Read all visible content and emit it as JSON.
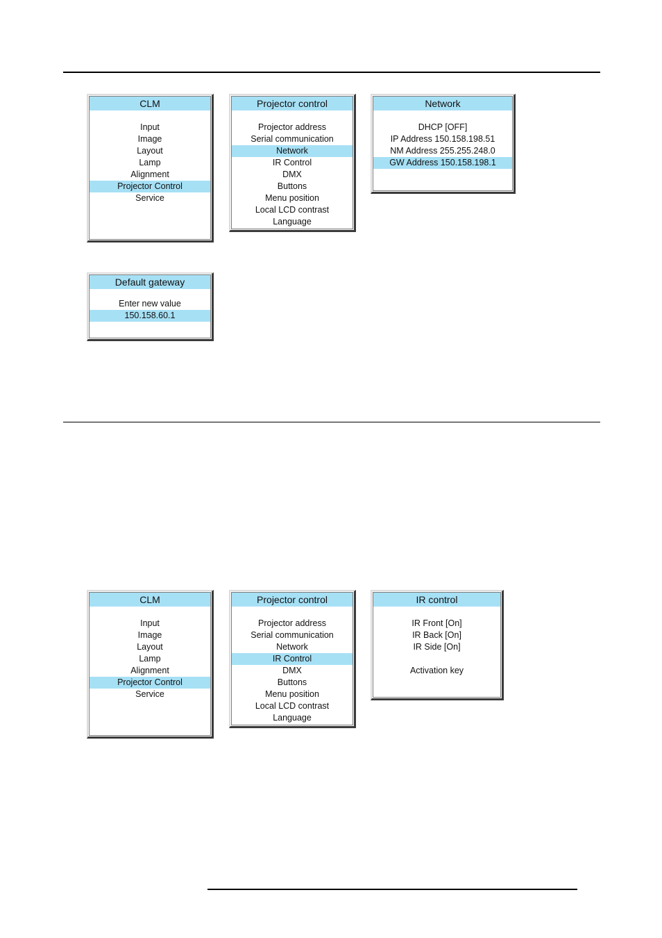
{
  "colors": {
    "highlight": "#a6e0f5",
    "rule": "#000000"
  },
  "section1": {
    "clm": {
      "title": "CLM",
      "items": [
        "Input",
        "Image",
        "Layout",
        "Lamp",
        "Alignment",
        "Projector Control",
        "Service"
      ],
      "selected": "Projector Control"
    },
    "projector_control": {
      "title": "Projector control",
      "items": [
        "Projector address",
        "Serial communication",
        "Network",
        "IR Control",
        "DMX",
        "Buttons",
        "Menu position",
        "Local LCD contrast",
        "Language"
      ],
      "selected": "Network"
    },
    "network": {
      "title": "Network",
      "items": [
        "DHCP [OFF]",
        "IP Address 150.158.198.51",
        "NM Address 255.255.248.0",
        "GW Address 150.158.198.1"
      ],
      "selected": "GW Address 150.158.198.1"
    },
    "default_gateway": {
      "title": "Default gateway",
      "prompt": "Enter new value",
      "value": "150.158.60.1"
    }
  },
  "section2": {
    "clm": {
      "title": "CLM",
      "items": [
        "Input",
        "Image",
        "Layout",
        "Lamp",
        "Alignment",
        "Projector Control",
        "Service"
      ],
      "selected": "Projector Control"
    },
    "projector_control": {
      "title": "Projector control",
      "items": [
        "Projector address",
        "Serial communication",
        "Network",
        "IR Control",
        "DMX",
        "Buttons",
        "Menu position",
        "Local LCD contrast",
        "Language"
      ],
      "selected": "IR Control"
    },
    "ir_control": {
      "title": "IR control",
      "items": [
        "IR Front [On]",
        "IR Back [On]",
        "IR Side [On]",
        "",
        "Activation key"
      ]
    }
  }
}
